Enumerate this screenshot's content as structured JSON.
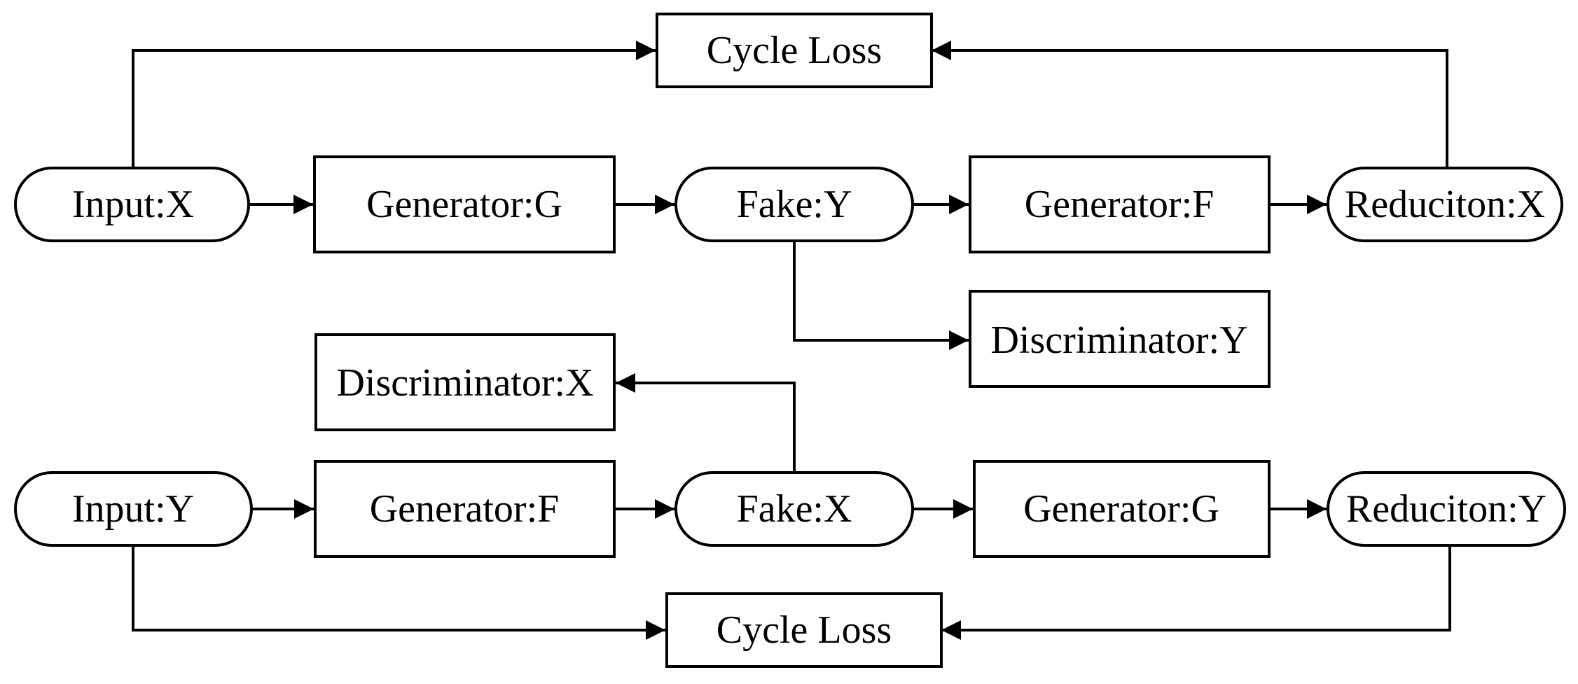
{
  "diagram": {
    "top": {
      "cycle_loss": "Cycle Loss",
      "input": "Input:X",
      "generator_g": "Generator:G",
      "fake": "Fake:Y",
      "generator_f": "Generator:F",
      "reduction": "Reduciton:X",
      "discriminator": "Discriminator:Y"
    },
    "bottom": {
      "discriminator": "Discriminator:X",
      "input": "Input:Y",
      "generator_f": "Generator:F",
      "fake": "Fake:X",
      "generator_g": "Generator:G",
      "reduction": "Reduciton:Y",
      "cycle_loss": "Cycle Loss"
    }
  }
}
